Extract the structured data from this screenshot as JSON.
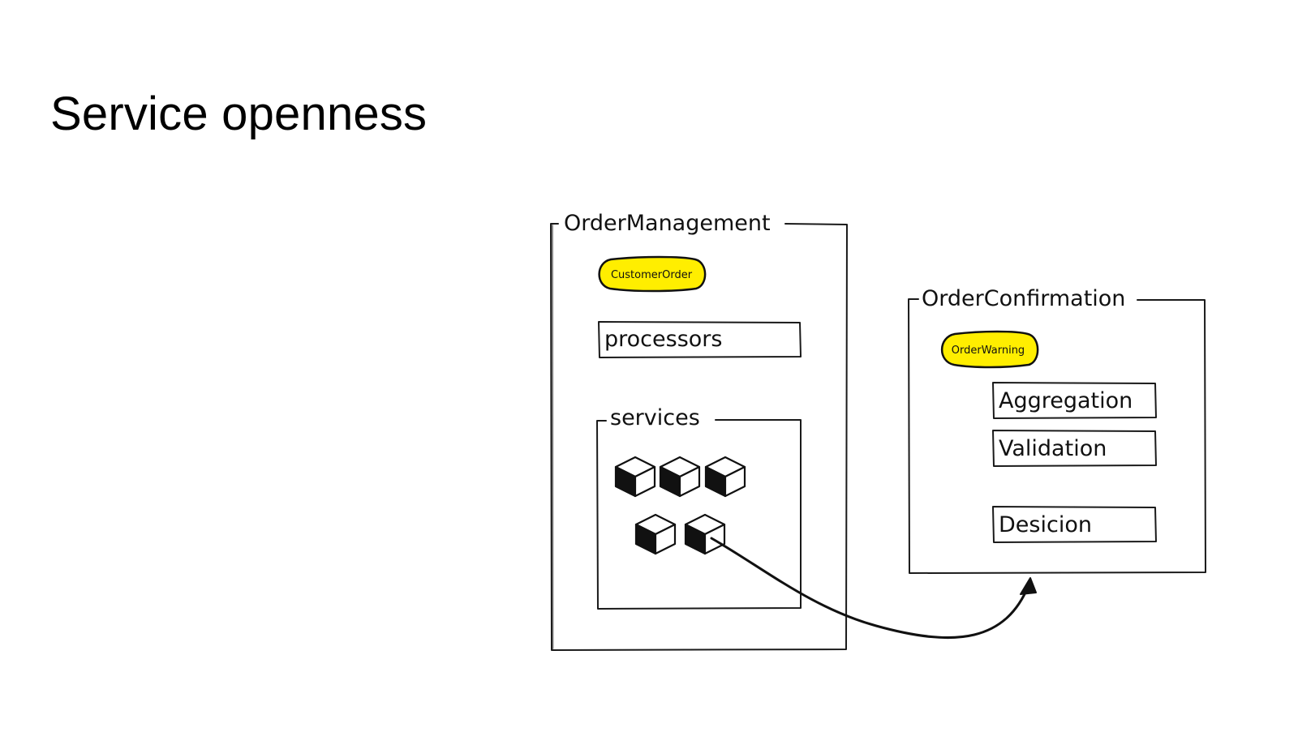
{
  "slide": {
    "title": "Service openness"
  },
  "order_management": {
    "label": "OrderManagement",
    "event": "CustomerOrder",
    "processors_label": "processors",
    "services_label": "services"
  },
  "order_confirmation": {
    "label": "OrderConfirmation",
    "event": "OrderWarning",
    "components": [
      "Aggregation",
      "Validation",
      "Desicion"
    ]
  },
  "colors": {
    "event_fill": "#ffee00",
    "stroke": "#1a1a1a",
    "background": "#ffffff"
  },
  "icons": {
    "service": "cube-icon",
    "connector": "curved-arrow"
  }
}
